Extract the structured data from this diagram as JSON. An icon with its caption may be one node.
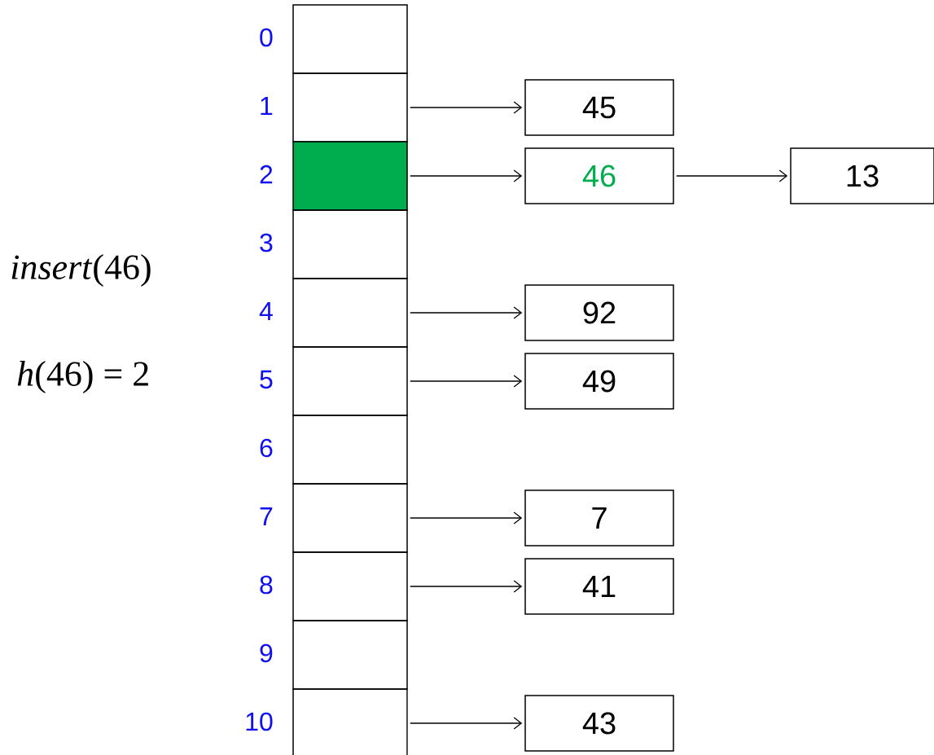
{
  "diagram": {
    "nodes": [
      {
        "text": [],
        "shape": "box",
        "beside": [
          "0"
        ]
      },
      {
        "text": [],
        "shape": "box",
        "beside": [
          "1"
        ]
      },
      {
        "text": [],
        "shape": "box",
        "beside": [
          "2"
        ]
      },
      {
        "text": [],
        "shape": "box",
        "beside": [
          "3"
        ]
      },
      {
        "text": [],
        "shape": "box",
        "beside": [
          "4"
        ]
      },
      {
        "text": [],
        "shape": "box",
        "beside": [
          "5"
        ]
      },
      {
        "text": [],
        "shape": "box",
        "beside": [
          "6"
        ]
      },
      {
        "text": [],
        "shape": "box",
        "beside": [
          "7"
        ]
      },
      {
        "text": [],
        "shape": "box",
        "beside": [
          "8"
        ]
      },
      {
        "text": [],
        "shape": "box",
        "beside": [
          "9"
        ]
      },
      {
        "text": [],
        "shape": "box",
        "beside": [
          "10"
        ]
      },
      {
        "text": [
          "45"
        ]
      },
      {
        "text": [
          "46"
        ]
      },
      {
        "text": [
          "13"
        ]
      },
      {
        "text": [
          "92"
        ]
      },
      {
        "text": [
          "49"
        ]
      },
      {
        "text": [
          "7"
        ]
      },
      {
        "text": [
          "41"
        ]
      },
      {
        "text": [
          "43"
        ]
      }
    ],
    "edges": [
      {
        "from": 1,
        "to": 11,
        "arrow": "to"
      },
      {
        "from": 2,
        "to": 12,
        "arrow": "to"
      },
      {
        "from": 12,
        "to": 13,
        "arrow": "to"
      },
      {
        "from": 4,
        "to": 14,
        "arrow": "to"
      },
      {
        "from": 5,
        "to": 15,
        "arrow": "to"
      },
      {
        "from": 7,
        "to": 16,
        "arrow": "to"
      },
      {
        "from": 8,
        "to": 17,
        "arrow": "to"
      },
      {
        "from": 10,
        "to": 18,
        "arrow": "to"
      }
    ],
    "labels": [
      "*insert*(46)",
      "*h*(46) = 2"
    ]
  }
}
